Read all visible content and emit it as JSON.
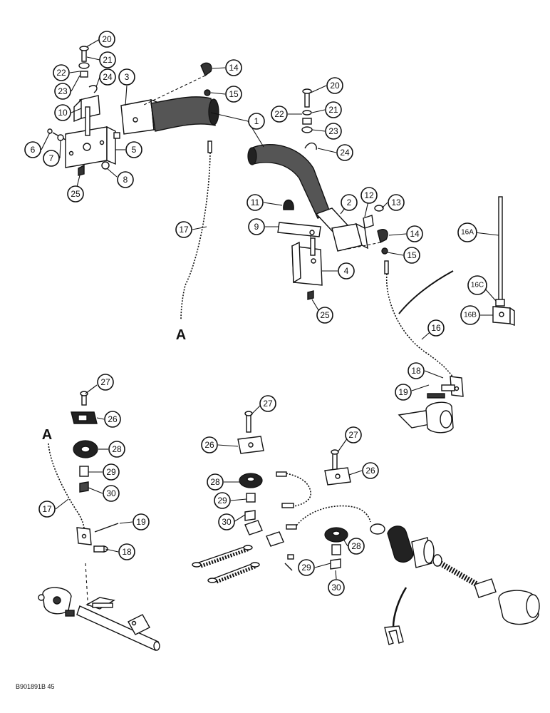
{
  "figure": {
    "footer_code": "B901891B 45",
    "view_ref_top": "A",
    "view_ref_bottom": "A"
  },
  "callouts": [
    {
      "id": "c20a",
      "label": "20"
    },
    {
      "id": "c21a",
      "label": "21"
    },
    {
      "id": "c22a",
      "label": "22"
    },
    {
      "id": "c23a",
      "label": "23"
    },
    {
      "id": "c24a",
      "label": "24"
    },
    {
      "id": "c3",
      "label": "3"
    },
    {
      "id": "c10",
      "label": "10"
    },
    {
      "id": "c6",
      "label": "6"
    },
    {
      "id": "c7",
      "label": "7"
    },
    {
      "id": "c5",
      "label": "5"
    },
    {
      "id": "c8",
      "label": "8"
    },
    {
      "id": "c25a",
      "label": "25"
    },
    {
      "id": "c14a",
      "label": "14"
    },
    {
      "id": "c15a",
      "label": "15"
    },
    {
      "id": "c17a",
      "label": "17"
    },
    {
      "id": "c1",
      "label": "1"
    },
    {
      "id": "c20b",
      "label": "20"
    },
    {
      "id": "c22b",
      "label": "22"
    },
    {
      "id": "c21b",
      "label": "21"
    },
    {
      "id": "c23b",
      "label": "23"
    },
    {
      "id": "c24b",
      "label": "24"
    },
    {
      "id": "c11",
      "label": "11"
    },
    {
      "id": "c9",
      "label": "9"
    },
    {
      "id": "c2",
      "label": "2"
    },
    {
      "id": "c12",
      "label": "12"
    },
    {
      "id": "c13",
      "label": "13"
    },
    {
      "id": "c14b",
      "label": "14"
    },
    {
      "id": "c15b",
      "label": "15"
    },
    {
      "id": "c4",
      "label": "4"
    },
    {
      "id": "c25b",
      "label": "25"
    },
    {
      "id": "c16A",
      "label": "16A"
    },
    {
      "id": "c16C",
      "label": "16C"
    },
    {
      "id": "c16B",
      "label": "16B"
    },
    {
      "id": "c16",
      "label": "16"
    },
    {
      "id": "c18a",
      "label": "18"
    },
    {
      "id": "c19a",
      "label": "19"
    },
    {
      "id": "c27a",
      "label": "27"
    },
    {
      "id": "c26a",
      "label": "26"
    },
    {
      "id": "c28a",
      "label": "28"
    },
    {
      "id": "c29a",
      "label": "29"
    },
    {
      "id": "c30a",
      "label": "30"
    },
    {
      "id": "c17b",
      "label": "17"
    },
    {
      "id": "c19b",
      "label": "19"
    },
    {
      "id": "c18b",
      "label": "18"
    },
    {
      "id": "c27b",
      "label": "27"
    },
    {
      "id": "c26b",
      "label": "26"
    },
    {
      "id": "c27c",
      "label": "27"
    },
    {
      "id": "c26c",
      "label": "26"
    },
    {
      "id": "c28b",
      "label": "28"
    },
    {
      "id": "c29b",
      "label": "29"
    },
    {
      "id": "c30b",
      "label": "30"
    },
    {
      "id": "c28c",
      "label": "28"
    },
    {
      "id": "c29c",
      "label": "29"
    },
    {
      "id": "c30c",
      "label": "30"
    }
  ]
}
